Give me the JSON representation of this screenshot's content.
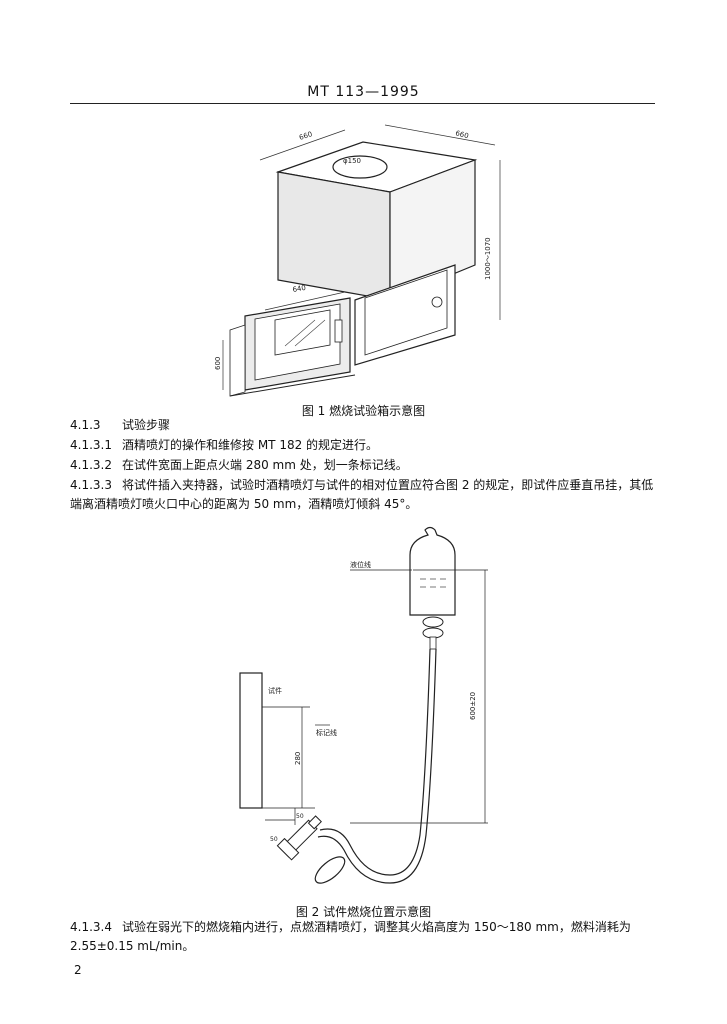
{
  "header": {
    "title": "MT 113—1995"
  },
  "figure1": {
    "caption": "图 1   燃烧试验箱示意图",
    "dims": {
      "width_top": "660",
      "depth_top": "660",
      "hole": "φ150",
      "height": "1000～1070",
      "window": "640",
      "side": "600"
    }
  },
  "sections": [
    {
      "num": "4.1.3",
      "text": "试验步骤"
    },
    {
      "num": "4.1.3.1",
      "text": "酒精喷灯的操作和维修按 MT 182 的规定进行。"
    },
    {
      "num": "4.1.3.2",
      "text": "在试件宽面上距点火端 280 mm 处，划一条标记线。"
    },
    {
      "num": "4.1.3.3",
      "text": "将试件插入夹持器，试验时酒精喷灯与试件的相对位置应符合图 2 的规定，即试件应垂直吊挂，其低端离酒精喷灯喷火口中心的距离为 50 mm，酒精喷灯倾斜 45°。"
    }
  ],
  "figure2": {
    "caption": "图 2   试件燃烧位置示意图",
    "labels": {
      "liquid_level": "液位线",
      "specimen": "试件",
      "mark_line": "标记线",
      "dim_280": "280",
      "dim_50a": "50",
      "dim_50b": "50",
      "dim_600": "600±20"
    }
  },
  "final_section": {
    "num": "4.1.3.4",
    "text": "试验在弱光下的燃烧箱内进行，点燃酒精喷灯，调整其火焰高度为 150～180 mm，燃料消耗为 2.55±0.15 mL/min。"
  },
  "page_number": "2"
}
